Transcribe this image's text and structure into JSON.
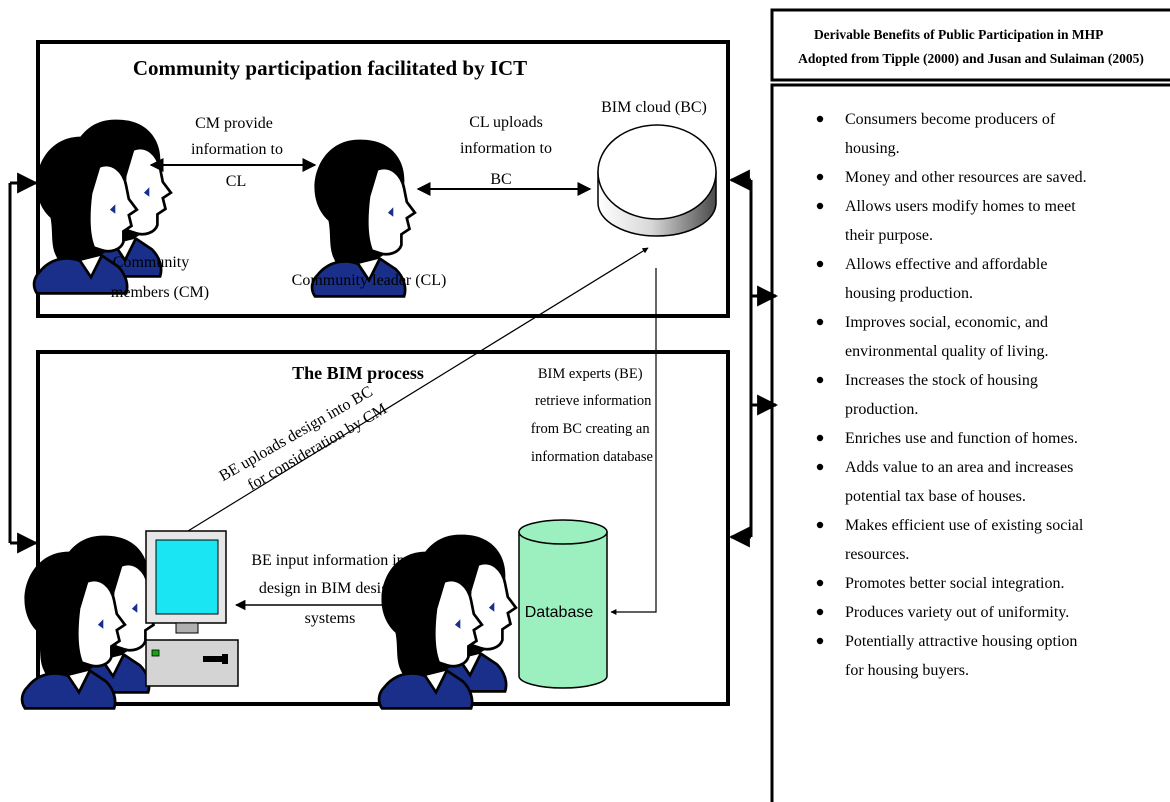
{
  "community_box": {
    "title": "Community participation facilitated by ICT",
    "cm_to_cl": [
      "CM provide",
      "information to",
      "CL"
    ],
    "cl_to_bc": [
      "CL uploads",
      "information to",
      "BC"
    ],
    "bim_cloud_label": "BIM cloud (BC)",
    "community_members_label": [
      "Community",
      "members (CM)"
    ],
    "community_leader_label": "Community leader (CL)"
  },
  "bim_box": {
    "title": "The BIM process",
    "be_retrieve": [
      "BIM experts (BE)",
      "retrieve information",
      "from BC creating an",
      "information database"
    ],
    "be_upload": [
      "BE uploads design into BC",
      "for consideration by CM"
    ],
    "be_input": [
      "BE input information in",
      "design in BIM design",
      "systems"
    ],
    "database_label": "Database"
  },
  "benefits": {
    "header": [
      "Derivable Benefits of Public Participation in MHP",
      "Adopted from Tipple (2000) and Jusan and Sulaiman (2005)"
    ],
    "items": [
      [
        "Consumers become producers of",
        "housing."
      ],
      [
        "Money and other resources are saved."
      ],
      [
        "Allows users modify homes to meet",
        "their purpose."
      ],
      [
        "Allows effective and affordable",
        "housing production."
      ],
      [
        "Improves social, economic, and",
        "environmental quality of living."
      ],
      [
        "Increases the stock of housing",
        "production."
      ],
      [
        "Enriches use and function of homes."
      ],
      [
        "Adds value to an area and increases",
        "potential tax base of houses."
      ],
      [
        "Makes efficient use of existing social",
        "resources."
      ],
      [
        "Promotes better social integration."
      ],
      [
        "Produces variety out of uniformity."
      ],
      [
        "Potentially attractive housing option",
        "for housing buyers."
      ]
    ]
  },
  "colors": {
    "person_blue": "#1a2f8a",
    "monitor_cyan": "#19e6f2",
    "database_green": "#9cf0c0"
  }
}
